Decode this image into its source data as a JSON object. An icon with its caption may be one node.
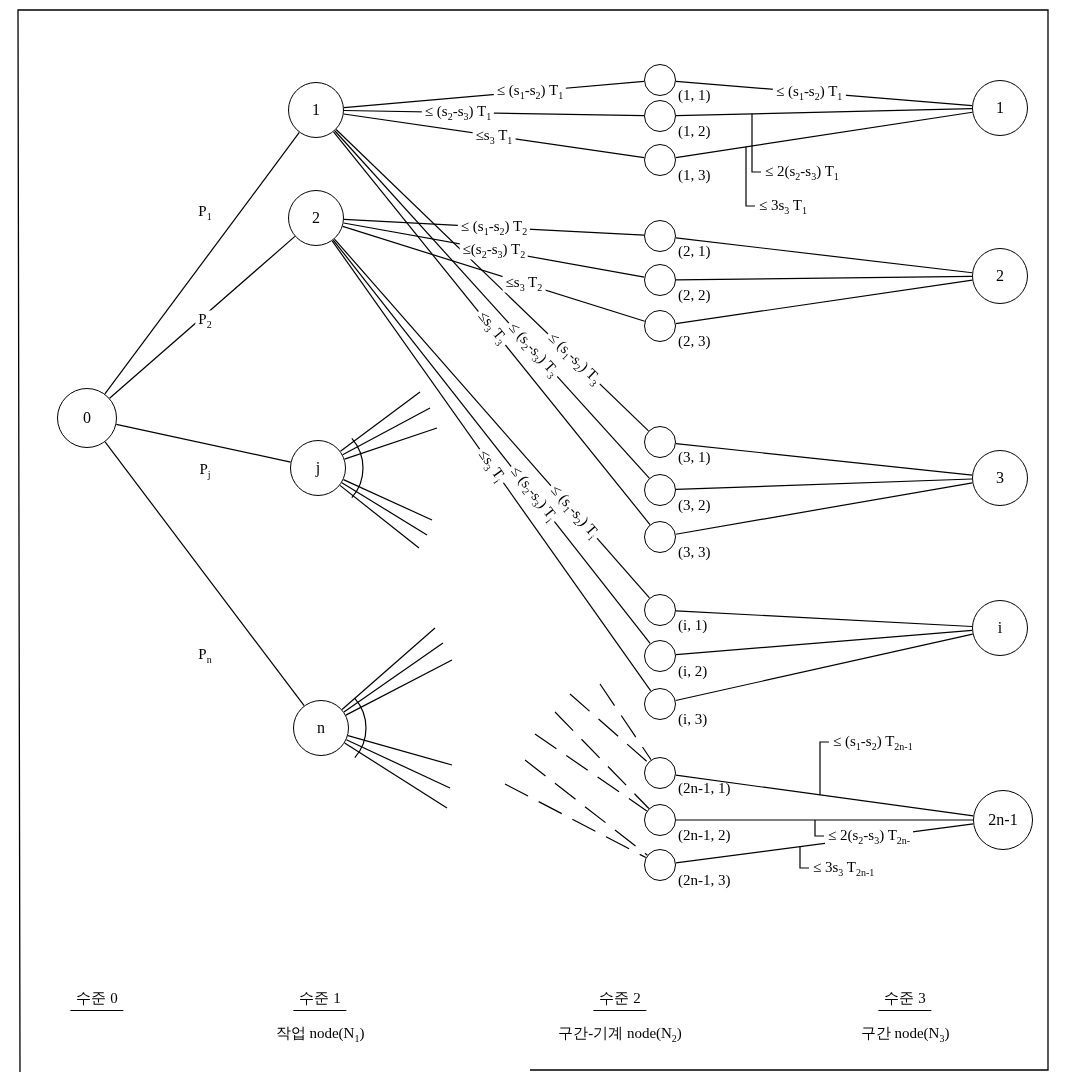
{
  "diagram": {
    "nodes": [
      {
        "text": [
          "0"
        ]
      },
      {
        "text": [
          "1"
        ]
      },
      {
        "text": [
          "2"
        ]
      },
      {
        "text": [
          "j"
        ]
      },
      {
        "text": [
          "n"
        ]
      },
      {
        "text": [],
        "shape": "circle",
        "beside": [
          "(1, 1)"
        ]
      },
      {
        "text": [],
        "shape": "circle",
        "beside": [
          "(1, 2)"
        ]
      },
      {
        "text": [],
        "shape": "circle",
        "beside": [
          "(1, 3)"
        ]
      },
      {
        "text": [],
        "shape": "circle",
        "beside": [
          "(2, 1)"
        ]
      },
      {
        "text": [],
        "shape": "circle",
        "beside": [
          "(2, 2)"
        ]
      },
      {
        "text": [],
        "shape": "circle",
        "beside": [
          "(2, 3)"
        ]
      },
      {
        "text": [],
        "shape": "circle",
        "beside": [
          "(3, 1)"
        ]
      },
      {
        "text": [],
        "shape": "circle",
        "beside": [
          "(3, 2)"
        ]
      },
      {
        "text": [],
        "shape": "circle",
        "beside": [
          "(3, 3)"
        ]
      },
      {
        "text": [],
        "shape": "circle",
        "beside": [
          "(i, 1)"
        ]
      },
      {
        "text": [],
        "shape": "circle",
        "beside": [
          "(i, 2)"
        ]
      },
      {
        "text": [],
        "shape": "circle",
        "beside": [
          "(i, 3)"
        ]
      },
      {
        "text": [],
        "shape": "circle",
        "beside": [
          "(2n-1, 1)"
        ]
      },
      {
        "text": [],
        "shape": "circle",
        "beside": [
          "(2n-1, 2)"
        ]
      },
      {
        "text": [],
        "shape": "circle",
        "beside": [
          "(2n-1, 3)"
        ]
      },
      {
        "text": [
          "1"
        ]
      },
      {
        "text": [
          "2"
        ]
      },
      {
        "text": [
          "3"
        ]
      },
      {
        "text": [
          "i"
        ]
      },
      {
        "text": [
          "2n-1"
        ]
      }
    ],
    "edges": [
      {
        "from": 0,
        "to": 1,
        "arrow": "none",
        "label": "P$_{1}$"
      },
      {
        "from": 0,
        "to": 2,
        "arrow": "none",
        "label": "P$_{2}$"
      },
      {
        "from": 0,
        "to": 3,
        "arrow": "none",
        "label": "P$_{j}$"
      },
      {
        "from": 0,
        "to": 4,
        "arrow": "none",
        "label": "P$_{n}$"
      },
      {
        "from": 1,
        "to": 5,
        "arrow": "none",
        "label": "≤ (s$_{1}$-s$_{2}$) T$_{1}$"
      },
      {
        "from": 1,
        "to": 6,
        "arrow": "none",
        "label": "≤ (s$_{2}$-s$_{3}$) T$_{1}$"
      },
      {
        "from": 1,
        "to": 7,
        "arrow": "none",
        "label": "≤s$_{3}$ T$_{1}$"
      },
      {
        "from": 2,
        "to": 8,
        "arrow": "none",
        "label": "≤ (s$_{1}$-s$_{2}$) T$_{2}$"
      },
      {
        "from": 2,
        "to": 9,
        "arrow": "none",
        "label": "≤(s$_{2}$-s$_{3}$) T$_{2}$"
      },
      {
        "from": 2,
        "to": 10,
        "arrow": "none",
        "label": "≤s$_{3}$ T$_{2}$"
      },
      {
        "from": 1,
        "to": 11,
        "arrow": "none",
        "label": "≤ (s$_{1}$-s$_{2}$) T$_{3}$"
      },
      {
        "from": 1,
        "to": 12,
        "arrow": "none",
        "label": "≤ (s$_{2}$-s$_{3}$) T$_{3}$"
      },
      {
        "from": 1,
        "to": 13,
        "arrow": "none",
        "label": "≤s$_{3}$ T$_{3}$"
      },
      {
        "from": 2,
        "to": 14,
        "arrow": "none",
        "label": "≤ (s$_{1}$-s$_{2}$) T$_{i}$"
      },
      {
        "from": 2,
        "to": 15,
        "arrow": "none",
        "label": "≤ (s$_{2}$-s$_{3}$) T$_{i}$"
      },
      {
        "from": 2,
        "to": 16,
        "arrow": "none",
        "label": "≤s$_{3}$ T$_{i}$"
      },
      {
        "from": 5,
        "to": 20,
        "arrow": "none",
        "label": "≤ (s$_{1}$-s$_{2}$) T$_{1}$"
      },
      {
        "from": 6,
        "to": 20,
        "arrow": "none",
        "label": "≤ 2(s$_{2}$-s$_{3}$) T$_{1}$"
      },
      {
        "from": 7,
        "to": 20,
        "arrow": "none",
        "label": "≤ 3s$_{3}$ T$_{1}$"
      },
      {
        "from": 8,
        "to": 21,
        "arrow": "none"
      },
      {
        "from": 9,
        "to": 21,
        "arrow": "none"
      },
      {
        "from": 10,
        "to": 21,
        "arrow": "none"
      },
      {
        "from": 11,
        "to": 22,
        "arrow": "none"
      },
      {
        "from": 12,
        "to": 22,
        "arrow": "none"
      },
      {
        "from": 13,
        "to": 22,
        "arrow": "none"
      },
      {
        "from": 14,
        "to": 23,
        "arrow": "none"
      },
      {
        "from": 15,
        "to": 23,
        "arrow": "none"
      },
      {
        "from": 16,
        "to": 23,
        "arrow": "none"
      },
      {
        "from": 17,
        "to": 24,
        "arrow": "none",
        "label": "≤ (s$_{1}$-s$_{2}$) T$_{2n-1}$"
      },
      {
        "from": 18,
        "to": 24,
        "arrow": "none",
        "label": "≤ 2(s$_{2}$-s$_{3}$) T$_{2n-}$"
      },
      {
        "from": 19,
        "to": 24,
        "arrow": "none",
        "label": "≤ 3s$_{3}$ T$_{2n-1}$"
      },
      {
        "from": null,
        "to": 17,
        "arrow": "none",
        "style": "dashed"
      },
      {
        "from": null,
        "to": 17,
        "arrow": "none",
        "style": "dashed"
      },
      {
        "from": null,
        "to": 18,
        "arrow": "none",
        "style": "dashed"
      },
      {
        "from": null,
        "to": 18,
        "arrow": "none",
        "style": "dashed"
      },
      {
        "from": null,
        "to": 19,
        "arrow": "none",
        "style": "dashed"
      },
      {
        "from": null,
        "to": 19,
        "arrow": "none",
        "style": "dashed"
      },
      {
        "from": 3,
        "to": null,
        "arrow": "none"
      },
      {
        "from": 3,
        "to": null,
        "arrow": "none"
      },
      {
        "from": 3,
        "to": null,
        "arrow": "none"
      },
      {
        "from": 3,
        "to": null,
        "arrow": "none"
      },
      {
        "from": 3,
        "to": null,
        "arrow": "none"
      },
      {
        "from": 3,
        "to": null,
        "arrow": "none"
      },
      {
        "from": 4,
        "to": null,
        "arrow": "none"
      },
      {
        "from": 4,
        "to": null,
        "arrow": "none"
      },
      {
        "from": 4,
        "to": null,
        "arrow": "none"
      },
      {
        "from": 4,
        "to": null,
        "arrow": "none"
      },
      {
        "from": 4,
        "to": null,
        "arrow": "none"
      },
      {
        "from": 4,
        "to": null,
        "arrow": "none"
      }
    ],
    "labels": [
      "수준 0",
      "수준 1",
      "작업 node(N$_{1}$)",
      "수준 2",
      "구간-기계 node(N$_{2}$)",
      "수준 3",
      "구간 node(N$_{3}$)"
    ]
  }
}
